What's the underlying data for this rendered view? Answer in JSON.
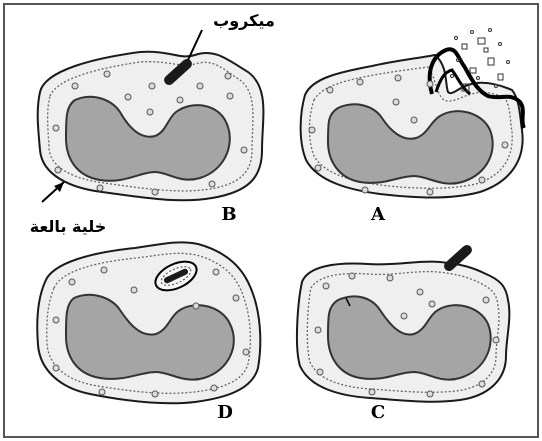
{
  "labels": {
    "microbe": "ميكروب",
    "phagocyte": "خلية بالعة"
  },
  "panels": [
    {
      "id": "A",
      "label": "A"
    },
    {
      "id": "B",
      "label": "B"
    },
    {
      "id": "C",
      "label": "C"
    },
    {
      "id": "D",
      "label": "D"
    }
  ],
  "colors": {
    "border": "#555555",
    "cell_fill": "#efefef",
    "nucleus_fill": "#a5a5a5",
    "microbe": "#1a1a1a"
  }
}
